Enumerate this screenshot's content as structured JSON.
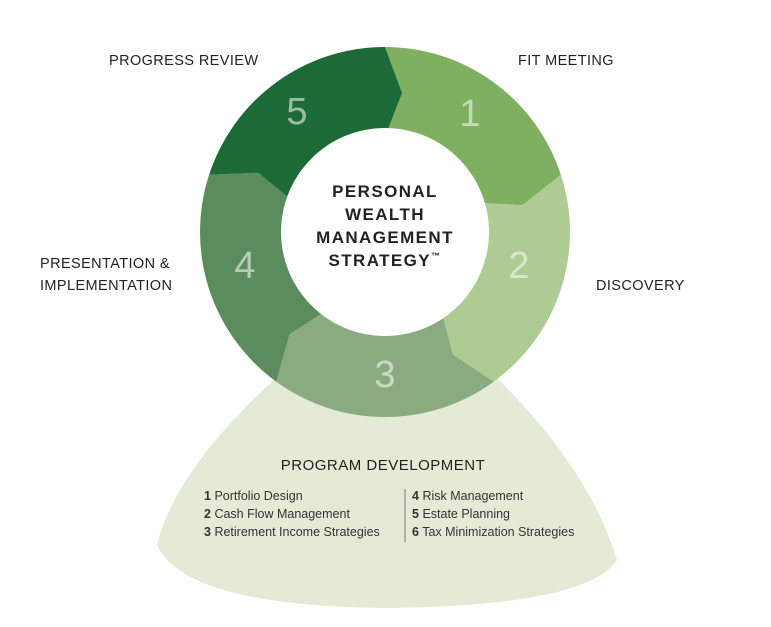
{
  "center": {
    "lines": [
      "PERSONAL",
      "WEALTH",
      "MANAGEMENT",
      "STRATEGY"
    ],
    "trademark": "™"
  },
  "steps": [
    {
      "number": "1",
      "label": "FIT MEETING",
      "color": "#7fb062"
    },
    {
      "number": "2",
      "label": "DISCOVERY",
      "color": "#aecb93"
    },
    {
      "number": "3",
      "label": "PROGRAM DEVELOPMENT",
      "color": "#8aab7f"
    },
    {
      "number": "4",
      "label_lines": [
        "PRESENTATION &",
        "IMPLEMENTATION"
      ],
      "color": "#5b8c5e"
    },
    {
      "number": "5",
      "label": "PROGRESS REVIEW",
      "color": "#1c6b36"
    }
  ],
  "detail_panel": {
    "title": "PROGRAM DEVELOPMENT",
    "color": "#e3ebd6",
    "left_items": [
      {
        "num": "1",
        "text": "Portfolio Design"
      },
      {
        "num": "2",
        "text": "Cash Flow Management"
      },
      {
        "num": "3",
        "text": "Retirement Income Strategies"
      }
    ],
    "right_items": [
      {
        "num": "4",
        "text": "Risk Management"
      },
      {
        "num": "5",
        "text": "Estate Planning"
      },
      {
        "num": "6",
        "text": "Tax Minimization Strategies"
      }
    ]
  }
}
